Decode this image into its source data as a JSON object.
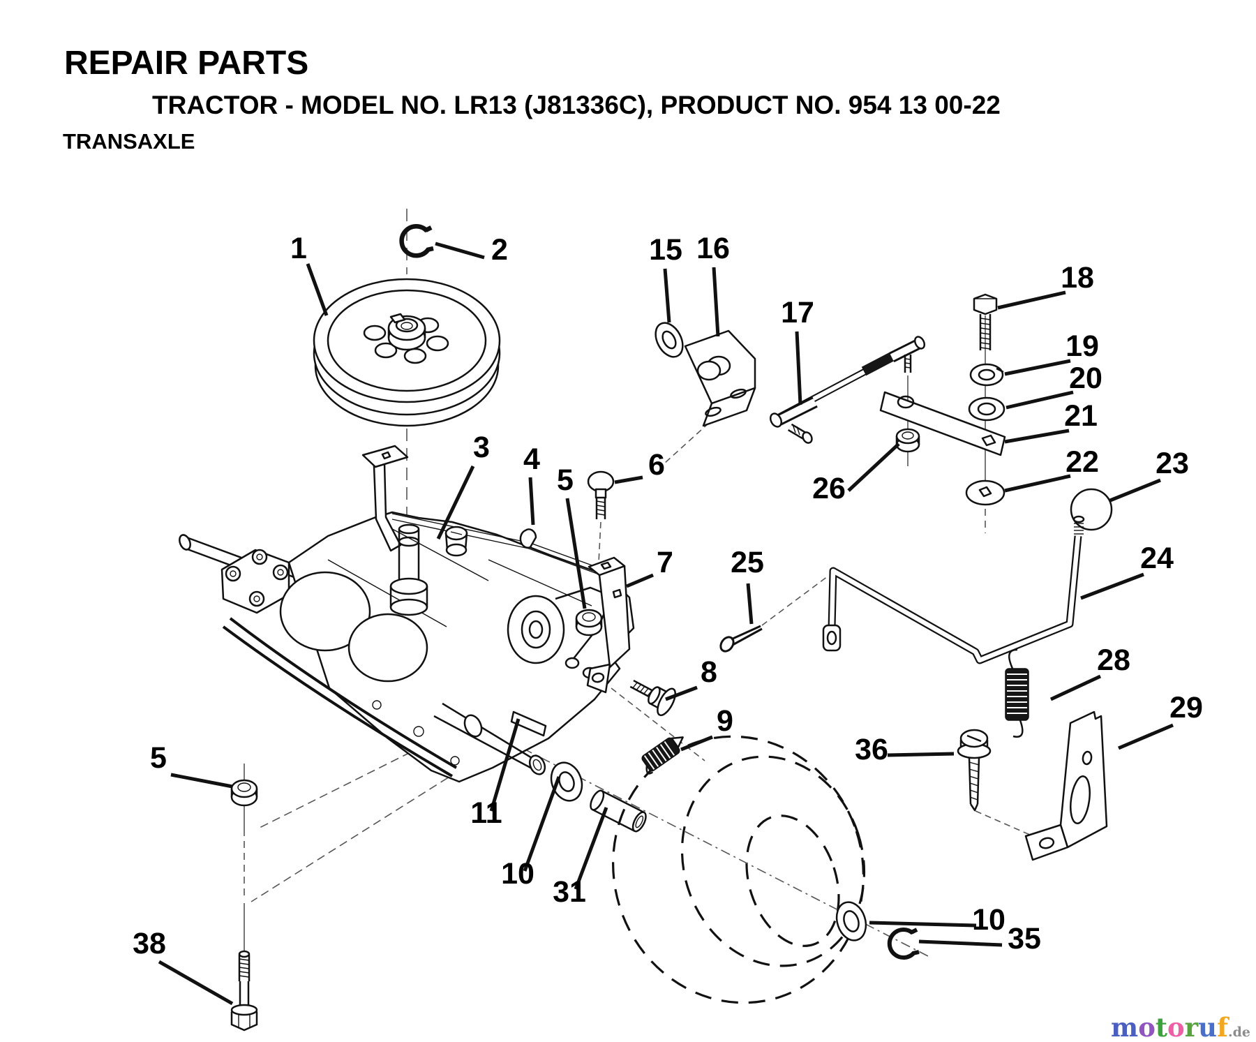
{
  "header": {
    "title": "REPAIR PARTS",
    "subtitle": "TRACTOR - MODEL NO. LR13 (J81336C), PRODUCT NO. 954 13 00-22",
    "section": "TRANSAXLE"
  },
  "diagram": {
    "type": "exploded-parts-diagram",
    "subject": "Transaxle with drive pulley, shift linkage, brackets, axle hardware and rear wheel shown dashed",
    "line_color": "#111111",
    "background_color": "#ffffff",
    "callouts": [
      {
        "label": "1"
      },
      {
        "label": "2"
      },
      {
        "label": "3"
      },
      {
        "label": "4"
      },
      {
        "label": "5"
      },
      {
        "label": "6"
      },
      {
        "label": "7"
      },
      {
        "label": "8"
      },
      {
        "label": "9"
      },
      {
        "label": "15"
      },
      {
        "label": "16"
      },
      {
        "label": "17"
      },
      {
        "label": "18"
      },
      {
        "label": "19"
      },
      {
        "label": "20"
      },
      {
        "label": "21"
      },
      {
        "label": "22"
      },
      {
        "label": "23"
      },
      {
        "label": "24"
      },
      {
        "label": "25"
      },
      {
        "label": "26"
      },
      {
        "label": "28"
      },
      {
        "label": "29"
      },
      {
        "label": "31"
      },
      {
        "label": "35"
      },
      {
        "label": "36"
      },
      {
        "label": "38"
      },
      {
        "label": "5"
      },
      {
        "label": "10"
      },
      {
        "label": "10"
      },
      {
        "label": "11"
      }
    ]
  },
  "watermark": {
    "letters": [
      {
        "ch": "m",
        "color": "#4a5fc0"
      },
      {
        "ch": "o",
        "color": "#9055c0"
      },
      {
        "ch": "t",
        "color": "#3da23d"
      },
      {
        "ch": "o",
        "color": "#ee5fa5"
      },
      {
        "ch": "r",
        "color": "#58a33e"
      },
      {
        "ch": "u",
        "color": "#4a6fc9"
      },
      {
        "ch": "f",
        "color": "#f2a71f"
      }
    ],
    "suffix": ".de",
    "suffix_color": "#8c8c8c"
  }
}
